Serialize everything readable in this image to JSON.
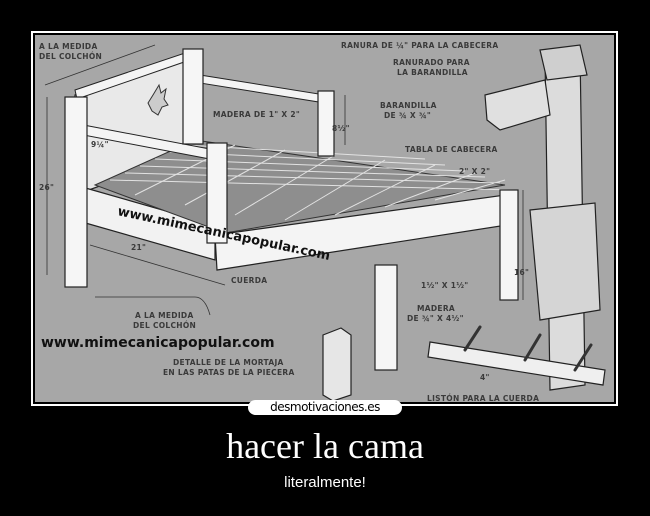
{
  "poster": {
    "site_badge": "desmotivaciones.es",
    "title": "hacer la cama",
    "subtitle": "literalmente!"
  },
  "illustration": {
    "watermarks": [
      "www.mimecanicapopular.com",
      "www.mimecanicapopular.com"
    ],
    "labels": {
      "medida_top": [
        "A LA MEDIDA",
        "DEL COLCHÓN"
      ],
      "madera_1x2": "MADERA DE 1\" X 2\"",
      "dim_8_5": "8½\"",
      "dim_9_25": "9¼\"",
      "dim_26": "26\"",
      "dim_21": "21\"",
      "ranura": "RANURA DE ¼\" PARA LA CABECERA",
      "ranurado": [
        "RANURADO PARA",
        "LA BARANDILLA"
      ],
      "barandilla": [
        "BARANDILLA",
        "DE ¾ X ¾\""
      ],
      "tabla": "TABLA DE CABECERA",
      "dim_2x2": "2\" X 2\"",
      "dim_16": "16\"",
      "dim_15x15": "1½\" X 1½\"",
      "madera_34": [
        "MADERA",
        "DE ¾\" X 4½\""
      ],
      "cuerda": "CUERDA",
      "medida_bottom": [
        "A LA MEDIDA",
        "DEL COLCHÓN"
      ],
      "detalle": [
        "DETALLE DE LA MORTAJA",
        "EN LAS PATAS DE LA PIECERA"
      ],
      "dim_4": "4\"",
      "liston": "LISTÓN PARA LA CUERDA"
    }
  }
}
